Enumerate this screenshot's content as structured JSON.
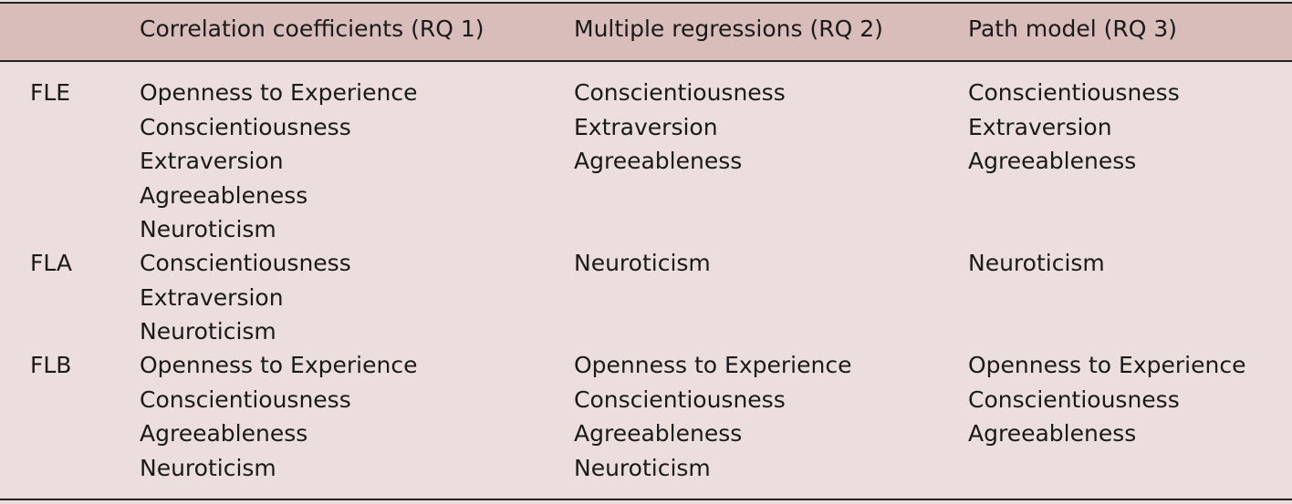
{
  "table": {
    "headers": [
      "",
      "Correlation coefficients (RQ 1)",
      "Multiple regressions (RQ 2)",
      "Path model (RQ 3)"
    ],
    "rows": [
      {
        "label": "FLE",
        "correlation": [
          "Openness to Experience",
          "Conscientiousness",
          "Extraversion",
          "Agreeableness",
          "Neuroticism"
        ],
        "regression": [
          "Conscientiousness",
          "Extraversion",
          "Agreeableness"
        ],
        "path": [
          "Conscientiousness",
          "Extraversion",
          "Agreeableness"
        ]
      },
      {
        "label": "FLA",
        "correlation": [
          "Conscientiousness",
          "Extraversion",
          "Neuroticism"
        ],
        "regression": [
          "Neuroticism"
        ],
        "path": [
          "Neuroticism"
        ]
      },
      {
        "label": "FLB",
        "correlation": [
          "Openness to Experience",
          "Conscientiousness",
          "Agreeableness",
          "Neuroticism"
        ],
        "regression": [
          "Openness to Experience",
          "Conscientiousness",
          "Agreeableness",
          "Neuroticism"
        ],
        "path": [
          "Openness to Experience",
          "Conscientiousness",
          "Agreeableness"
        ]
      }
    ]
  },
  "colors": {
    "header_background": "#d9bdba",
    "body_background": "#ecdedc",
    "rule": "#222222"
  }
}
